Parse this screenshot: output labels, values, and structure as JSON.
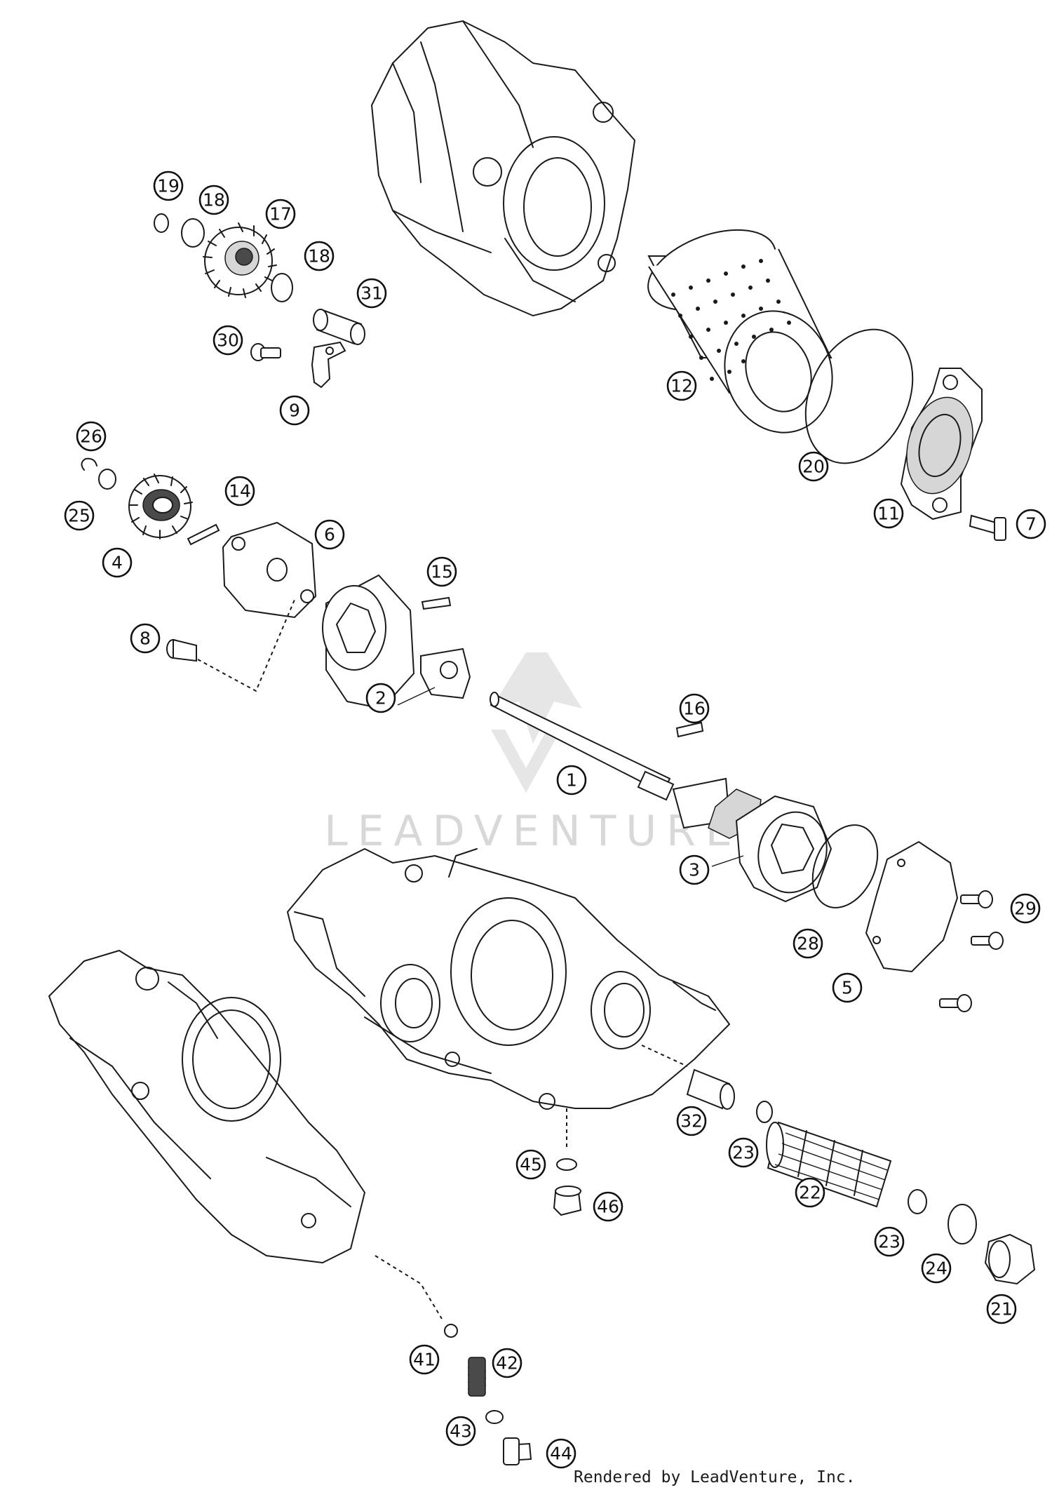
{
  "watermark": {
    "text": "LEADVENTURE"
  },
  "footer": {
    "text": "Rendered by LeadVenture, Inc."
  },
  "callouts": [
    {
      "id": "c19",
      "label": "19"
    },
    {
      "id": "c18a",
      "label": "18"
    },
    {
      "id": "c17",
      "label": "17"
    },
    {
      "id": "c18b",
      "label": "18"
    },
    {
      "id": "c31",
      "label": "31"
    },
    {
      "id": "c30",
      "label": "30"
    },
    {
      "id": "c9",
      "label": "9"
    },
    {
      "id": "c12",
      "label": "12"
    },
    {
      "id": "c20",
      "label": "20"
    },
    {
      "id": "c11",
      "label": "11"
    },
    {
      "id": "c7",
      "label": "7"
    },
    {
      "id": "c26",
      "label": "26"
    },
    {
      "id": "c25",
      "label": "25"
    },
    {
      "id": "c14",
      "label": "14"
    },
    {
      "id": "c6",
      "label": "6"
    },
    {
      "id": "c4",
      "label": "4"
    },
    {
      "id": "c15",
      "label": "15"
    },
    {
      "id": "c8",
      "label": "8"
    },
    {
      "id": "c2",
      "label": "2"
    },
    {
      "id": "c16",
      "label": "16"
    },
    {
      "id": "c1",
      "label": "1"
    },
    {
      "id": "c3",
      "label": "3"
    },
    {
      "id": "c29",
      "label": "29"
    },
    {
      "id": "c28",
      "label": "28"
    },
    {
      "id": "c5",
      "label": "5"
    },
    {
      "id": "c32",
      "label": "32"
    },
    {
      "id": "c23a",
      "label": "23"
    },
    {
      "id": "c45",
      "label": "45"
    },
    {
      "id": "c46",
      "label": "46"
    },
    {
      "id": "c22",
      "label": "22"
    },
    {
      "id": "c23b",
      "label": "23"
    },
    {
      "id": "c24",
      "label": "24"
    },
    {
      "id": "c21",
      "label": "21"
    },
    {
      "id": "c41",
      "label": "41"
    },
    {
      "id": "c42",
      "label": "42"
    },
    {
      "id": "c43",
      "label": "43"
    },
    {
      "id": "c44",
      "label": "44"
    }
  ]
}
